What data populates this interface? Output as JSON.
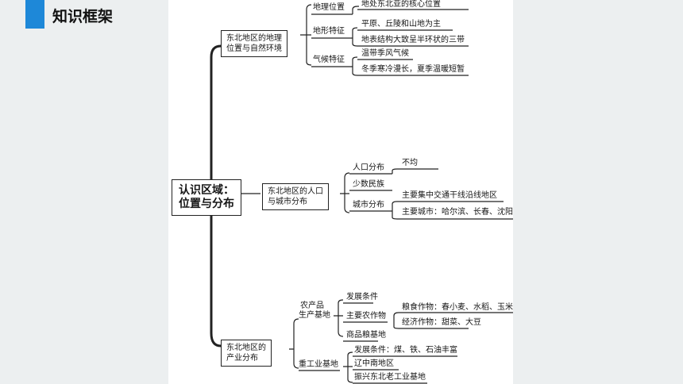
{
  "slide": {
    "title": "知识框架",
    "accent_color": "#1e88d8"
  },
  "diagram": {
    "root": {
      "line1": "认识区域：",
      "line2": "位置与分布"
    },
    "branch1": {
      "line1": "东北地区的地理",
      "line2": "位置与自然环境",
      "items": [
        {
          "label": "地理位置",
          "details": [
            "地处东北亚的核心位置"
          ]
        },
        {
          "label": "地形特征",
          "details": [
            "平原、丘陵和山地为主",
            "地表结构大致呈半环状的三带"
          ]
        },
        {
          "label": "气候特征",
          "details": [
            "温带季风气候",
            "冬季寒冷漫长，夏季温暖短暂"
          ]
        }
      ]
    },
    "branch2": {
      "line1": "东北地区的人口",
      "line2": "与城市分布",
      "items": [
        {
          "label": "人口分布",
          "details": [
            "不均"
          ]
        },
        {
          "label": "少数民族",
          "details": []
        },
        {
          "label": "城市分布",
          "details": [
            "主要集中交通干线沿线地区",
            "主要城市：哈尔滨、长春、沈阳"
          ]
        }
      ]
    },
    "branch3": {
      "line1": "东北地区的",
      "line2": "产业分布",
      "group1": {
        "line1": "农产品",
        "line2": "生产基地",
        "items": [
          {
            "label": "发展条件",
            "details": []
          },
          {
            "label": "主要农作物",
            "details": [
              "粮食作物：春小麦、水稻、玉米",
              "经济作物：甜菜、大豆"
            ]
          },
          {
            "label": "商品粮基地",
            "details": []
          }
        ]
      },
      "group2": {
        "label": "重工业基地",
        "items": [
          "发展条件：煤、铁、石油丰富",
          "辽中南地区",
          "振兴东北老工业基地"
        ]
      }
    }
  }
}
